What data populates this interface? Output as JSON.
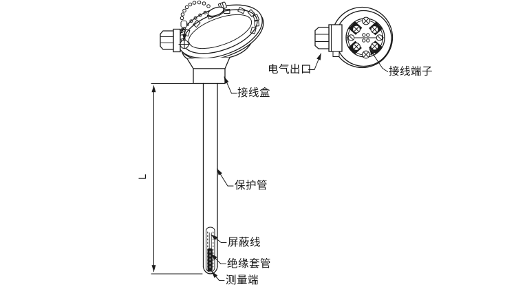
{
  "diagram": {
    "kind": "thermocouple-assembly-technical-drawing",
    "views": {
      "side_view": "armored thermocouple with junction head and protection tube",
      "top_view": "terminal head face with six screw terminals"
    },
    "labels": {
      "junction_box": "接线盒",
      "electric_outlet": "电气出口",
      "terminal_posts": "接线端子",
      "protection_tube": "保护管",
      "shield_wire": "屏蔽线",
      "insulation_sleeve": "绝缘套管",
      "measuring_end": "测量端",
      "length_symbol": "L"
    },
    "colors": {
      "line": "#1b1b1b",
      "background": "#ffffff",
      "terminal_block_fill": "#1b1b1b"
    }
  }
}
